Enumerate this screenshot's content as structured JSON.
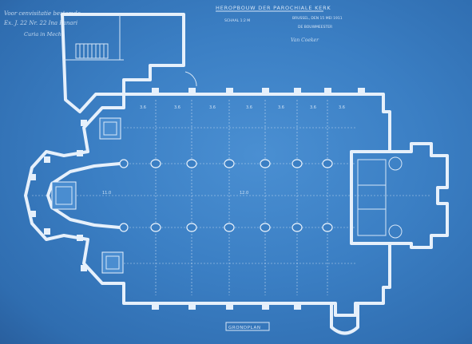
{
  "title_block": {
    "title": "HEROPBOUW DER PAROCHIALE KERK",
    "scale": "SCHAAL 1:2 M",
    "date_note": "BRUSSEL, DEN 15 MEI 1911",
    "office": "DE BOUWMEESTER",
    "signature": "Van Coeker"
  },
  "annotation": {
    "line1": "Voor cenvisitatie bestemde",
    "line2": "Ex. J. 22 Nr. 22 Ina Panari",
    "line3": "Curia in Mechl"
  },
  "caption": "GRONDPLAN",
  "dimensions": {
    "bays": [
      "3.6",
      "3.6",
      "3.6",
      "3.6",
      "3.6",
      "3.6",
      "3.6"
    ],
    "nave": "12.0",
    "crossing": "11.0"
  },
  "colors": {
    "paper": "#3b7fc4",
    "line": "#e6f0fb"
  }
}
